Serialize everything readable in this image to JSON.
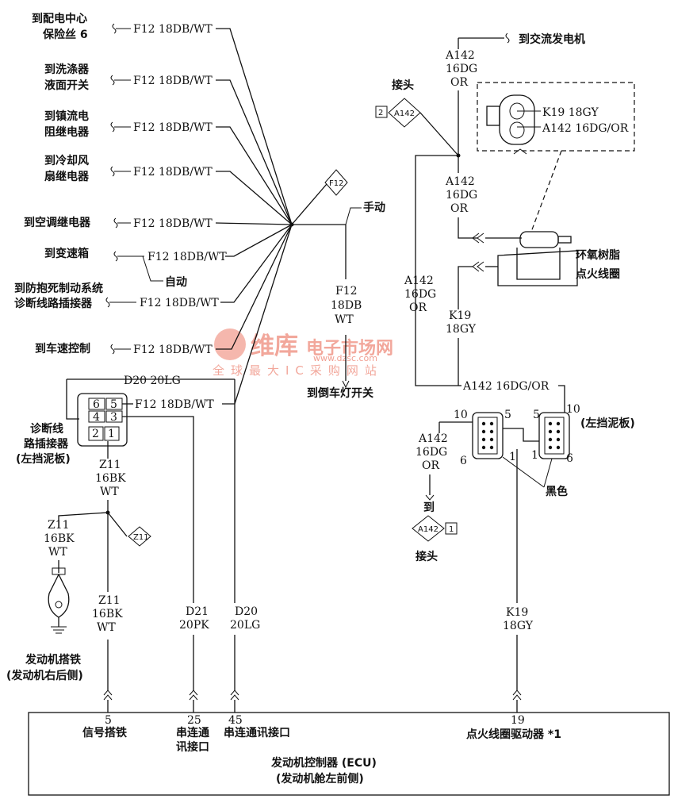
{
  "left_destinations": [
    {
      "line1": "到配电中心",
      "line2": "保险丝 6",
      "wire": "F12 18DB/WT"
    },
    {
      "line1": "到洗涤器",
      "line2": "液面开关",
      "wire": "F12 18DB/WT"
    },
    {
      "line1": "到镇流电",
      "line2": "阻继电器",
      "wire": "F12 18DB/WT"
    },
    {
      "line1": "到冷却风",
      "line2": "扇继电器",
      "wire": "F12 18DB/WT"
    },
    {
      "line1": "到空调继电器",
      "line2": "",
      "wire": "F12 18DB/WT"
    },
    {
      "line1": "到变速箱",
      "line2": "",
      "wire": "F12 18DB/WT"
    },
    {
      "line1": "到防抱死制动系统",
      "line2": "诊断线路插接器",
      "wire": "F12 18DB/WT"
    },
    {
      "line1": "到车速控制",
      "line2": "",
      "wire": "F12 18DB/WT"
    }
  ],
  "labels": {
    "auto": "自动",
    "manual": "手动",
    "splice_f12": "F12",
    "f12_down": [
      "F12",
      "18DB",
      "WT"
    ],
    "reverse_switch": "到倒车灯开关",
    "d20_top": "D20 20LG",
    "diag_wire": "F12 18DB/WT",
    "diag_connector": [
      "诊断线",
      "路插接器",
      "(左挡泥板)"
    ],
    "diag_pins": [
      "6",
      "5",
      "4",
      "3",
      "2",
      "1"
    ],
    "z11_a": [
      "Z11",
      "16BK",
      "WT"
    ],
    "z11_b": [
      "Z11",
      "16BK",
      "WT"
    ],
    "z11_c": [
      "Z11",
      "16BK",
      "WT"
    ],
    "z11_splice": "Z11",
    "d21": [
      "D21",
      "20PK"
    ],
    "d20": [
      "D20",
      "20LG"
    ],
    "engine_ground": [
      "发动机搭铁",
      "(发动机右后侧)"
    ],
    "to_alternator": "到交流发电机",
    "a142_top": [
      "A142",
      "16DG",
      "OR"
    ],
    "splice_top_title": "接头",
    "splice_top_num": "2",
    "splice_top_id": "A142",
    "coil_pins": [
      "K19 18GY",
      "A142 16DG/OR"
    ],
    "a142_mid": [
      "A142",
      "16DG",
      "OR"
    ],
    "coil_name": [
      "环氧树脂",
      "点火线圈"
    ],
    "a142_left": [
      "A142",
      "16DG",
      "OR"
    ],
    "k19_mid": [
      "K19",
      "18GY"
    ],
    "a142_horiz": "A142 16DG/OR",
    "conn_left_pins": [
      "10",
      "5",
      "6",
      "1"
    ],
    "conn_right_pins": [
      "5",
      "10",
      "1",
      "6"
    ],
    "fender": "(左挡泥板)",
    "black": "黑色",
    "a142_low": [
      "A142",
      "16DG",
      "OR"
    ],
    "to": "到",
    "splice_bottom_id": "A142",
    "splice_bottom_num": "1",
    "splice_bottom_title": "接头",
    "k19_low": [
      "K19",
      "18GY"
    ]
  },
  "ecu": {
    "pins": [
      {
        "num": "5",
        "name": [
          "信号搭铁"
        ]
      },
      {
        "num": "25",
        "name": [
          "串连通",
          "讯接口"
        ]
      },
      {
        "num": "45",
        "name": [
          "串连通讯接口"
        ]
      },
      {
        "num": "19",
        "name": [
          "点火线圈驱动器 *1"
        ]
      }
    ],
    "title": "发动机控制器 (ECU)",
    "subtitle": "(发动机舱左前侧)"
  },
  "watermark": {
    "brand": "维库",
    "brand2": "电子市场网",
    "url": "www.dzsc.com",
    "sub": "全球最大IC采购网站"
  }
}
